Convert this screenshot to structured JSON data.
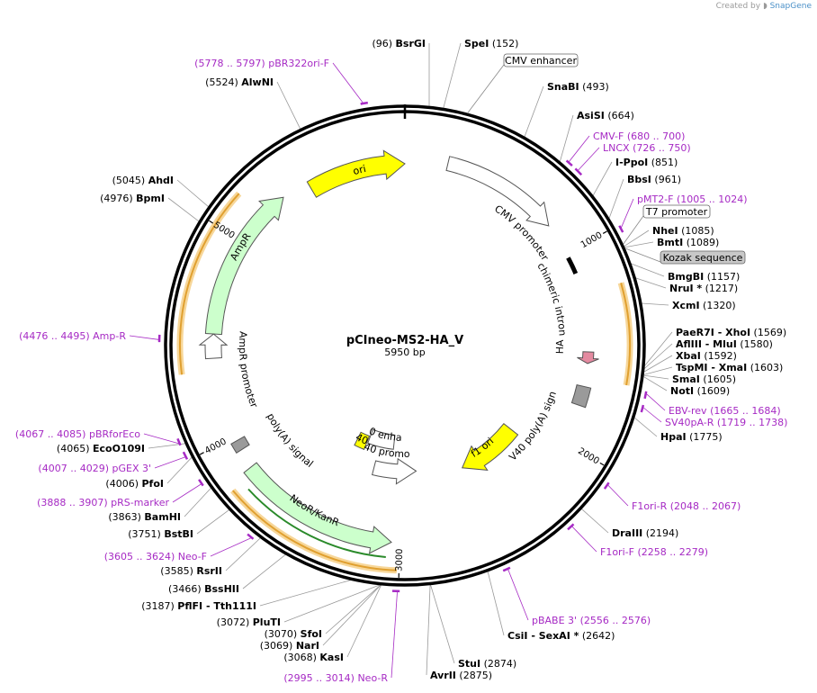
{
  "app": {
    "credit_prefix": "Created by",
    "credit_brand": "SnapGene"
  },
  "plasmid": {
    "name": "pCIneo-MS2-HA_V",
    "length_label": "5950 bp",
    "length": 5950
  },
  "ticks": [
    "1000",
    "2000",
    "3000",
    "4000",
    "5000"
  ],
  "colors": {
    "ori": "#ffff00",
    "ampr": "#ccffcc",
    "neokanr": "#ccffcc",
    "f1ori": "#ffff00",
    "primer": "#a62ac4",
    "orf": "#e0a030",
    "backbone": "#000000",
    "kozak_bg": "#c8c8c8",
    "ha": "#e48aa0",
    "gray_box": "#9a9a9a"
  },
  "annotations": [
    {
      "text": "CMV enhancer",
      "shaded": false
    },
    {
      "text": "T7 promoter",
      "shaded": false
    },
    {
      "text": "Kozak sequence",
      "shaded": true
    }
  ],
  "features": [
    {
      "name": "ori",
      "color": "#ffff00"
    },
    {
      "name": "CMV promoter",
      "color": "#ffffff"
    },
    {
      "name": "chimeric intron",
      "color": "#000000"
    },
    {
      "name": "HA",
      "color": "#e48aa0"
    },
    {
      "name": "SV40 poly(A) signal",
      "color": "#9a9a9a"
    },
    {
      "name": "f1 ori",
      "color": "#ffff00"
    },
    {
      "name": "SV40 ori",
      "color": "#ffff00"
    },
    {
      "name": "SV40 enhancer",
      "color": "#ffffff"
    },
    {
      "name": "SV40 promoter",
      "color": "#ffffff"
    },
    {
      "name": "NeoR/KanR",
      "color": "#ccffcc"
    },
    {
      "name": "poly(A) signal",
      "color": "#9a9a9a"
    },
    {
      "name": "AmpR",
      "color": "#ccffcc"
    },
    {
      "name": "AmpR promoter",
      "color": "#ffffff"
    }
  ],
  "sites": [
    {
      "pos": "(96)",
      "name": "BsrGI"
    },
    {
      "name": "SpeI",
      "pos": "(152)"
    },
    {
      "name": "SnaBI",
      "pos": "(493)"
    },
    {
      "name": "AsiSI",
      "pos": "(664)"
    },
    {
      "name": "I-PpoI",
      "pos": "(851)"
    },
    {
      "name": "BbsI",
      "pos": "(961)"
    },
    {
      "name": "NheI",
      "pos": "(1085)"
    },
    {
      "name": "BmtI",
      "pos": "(1089)"
    },
    {
      "name": "BmgBI",
      "pos": "(1157)"
    },
    {
      "name": "NruI *",
      "pos": "(1217)"
    },
    {
      "name": "XcmI",
      "pos": "(1320)"
    },
    {
      "name": "PaeR7I",
      "name2": "- XhoI",
      "pos": "(1569)"
    },
    {
      "name": "AflIII",
      "name2": "- MluI",
      "pos": "(1580)"
    },
    {
      "name": "XbaI",
      "pos": "(1592)"
    },
    {
      "name": "TspMI",
      "name2": "- XmaI",
      "pos": "(1603)"
    },
    {
      "name": "SmaI",
      "pos": "(1605)"
    },
    {
      "name": "NotI",
      "pos": "(1609)"
    },
    {
      "name": "HpaI",
      "pos": "(1775)"
    },
    {
      "name": "DraIII",
      "pos": "(2194)"
    },
    {
      "name": "CsiI",
      "name2": "- SexAI *",
      "pos": "(2642)"
    },
    {
      "name": "StuI",
      "pos": "(2874)"
    },
    {
      "name": "AvrII",
      "pos": "(2875)"
    },
    {
      "pos": "(3068)",
      "name": "KasI"
    },
    {
      "pos": "(3069)",
      "name": "NarI"
    },
    {
      "pos": "(3070)",
      "name": "SfoI"
    },
    {
      "pos": "(3072)",
      "name": "PluTI"
    },
    {
      "pos": "(3187)",
      "name": "PflFI",
      "name2": "- Tth111I"
    },
    {
      "pos": "(3466)",
      "name": "BssHII"
    },
    {
      "pos": "(3585)",
      "name": "RsrII"
    },
    {
      "pos": "(3751)",
      "name": "BstBI"
    },
    {
      "pos": "(3863)",
      "name": "BamHI"
    },
    {
      "pos": "(4006)",
      "name": "PfoI"
    },
    {
      "pos": "(4065)",
      "name": "EcoO109I"
    },
    {
      "pos": "(4976)",
      "name": "BpmI"
    },
    {
      "pos": "(5045)",
      "name": "AhdI"
    },
    {
      "pos": "(5524)",
      "name": "AlwNI"
    }
  ],
  "primers": [
    {
      "range": "(5778 .. 5797)",
      "name": "pBR322ori-F"
    },
    {
      "name": "CMV-F",
      "range": "(680 .. 700)"
    },
    {
      "name": "LNCX",
      "range": "(726 .. 750)"
    },
    {
      "name": "pMT2-F",
      "range": "(1005 .. 1024)"
    },
    {
      "name": "EBV-rev",
      "range": "(1665 .. 1684)"
    },
    {
      "name": "SV40pA-R",
      "range": "(1719 .. 1738)"
    },
    {
      "name": "F1ori-R",
      "range": "(2048 .. 2067)"
    },
    {
      "name": "F1ori-F",
      "range": "(2258 .. 2279)"
    },
    {
      "name": "pBABE 3'",
      "range": "(2556 .. 2576)"
    },
    {
      "range": "(2995 .. 3014)",
      "name": "Neo-R"
    },
    {
      "range": "(3605 .. 3624)",
      "name": "Neo-F"
    },
    {
      "range": "(3888 .. 3907)",
      "name": "pRS-marker"
    },
    {
      "range": "(4007 .. 4029)",
      "name": "pGEX 3'"
    },
    {
      "range": "(4067 .. 4085)",
      "name": "pBRforEco"
    },
    {
      "range": "(4476 .. 4495)",
      "name": "Amp-R"
    }
  ]
}
